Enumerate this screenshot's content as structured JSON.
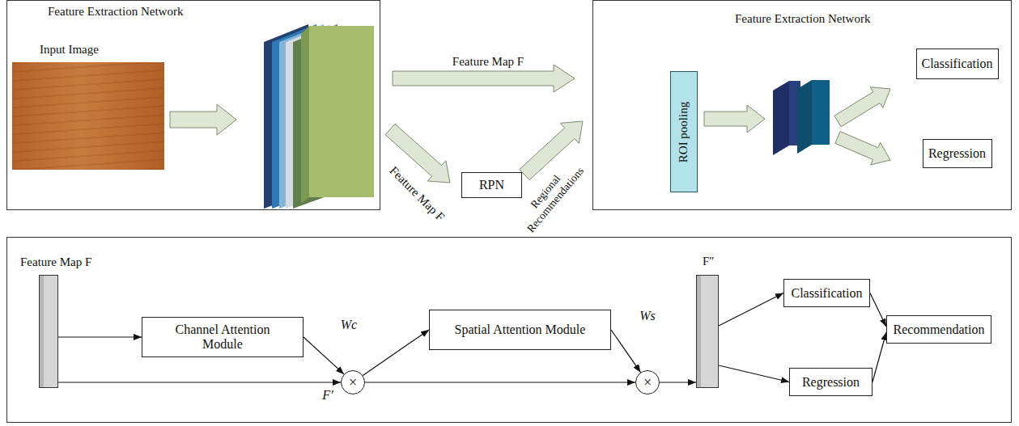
{
  "diagram": {
    "nodes": [
      {
        "text": [
          "Feature Extraction Network"
        ]
      },
      {
        "text": [
          "Input Image"
        ],
        "in": 0
      },
      {
        "text": [
          "RPN"
        ]
      },
      {
        "text": [
          "Feature Extraction Network"
        ]
      },
      {
        "text": [
          "ROI pooling"
        ],
        "in": 3
      },
      {
        "text": [
          "Classification"
        ],
        "in": 3
      },
      {
        "text": [
          "Regression"
        ],
        "in": 3
      },
      {
        "text": [
          "Feature Map F"
        ]
      },
      {
        "text": [
          "Channel Attention Module"
        ]
      },
      {
        "text": [
          "×"
        ]
      },
      {
        "text": [
          "Spatial Attention Module"
        ]
      },
      {
        "text": [
          "×"
        ]
      },
      {
        "text": [
          "F″"
        ]
      },
      {
        "text": [
          "Classification"
        ]
      },
      {
        "text": [
          "Regression"
        ]
      },
      {
        "text": [
          "Recommendation"
        ]
      }
    ],
    "edges": [
      {
        "from": 7,
        "to": 8,
        "arrow": "to"
      },
      {
        "from": 7,
        "to": 9,
        "label": "F′",
        "arrow": "to"
      },
      {
        "from": 8,
        "to": 9,
        "label": "Wc",
        "arrow": "to"
      },
      {
        "from": 9,
        "to": 10,
        "arrow": "to"
      },
      {
        "from": 9,
        "to": 11,
        "arrow": "to"
      },
      {
        "from": 10,
        "to": 11,
        "label": "Ws",
        "arrow": "to"
      },
      {
        "from": 11,
        "to": 12,
        "arrow": "to"
      },
      {
        "from": 12,
        "to": 13,
        "arrow": "to"
      },
      {
        "from": 12,
        "to": 14,
        "arrow": "to"
      },
      {
        "from": 13,
        "to": 15,
        "arrow": "to"
      },
      {
        "from": 14,
        "to": 15,
        "arrow": "to"
      }
    ],
    "labels": [
      "Feature Map F",
      "Feature Map F",
      "Regional Recommendations"
    ]
  }
}
